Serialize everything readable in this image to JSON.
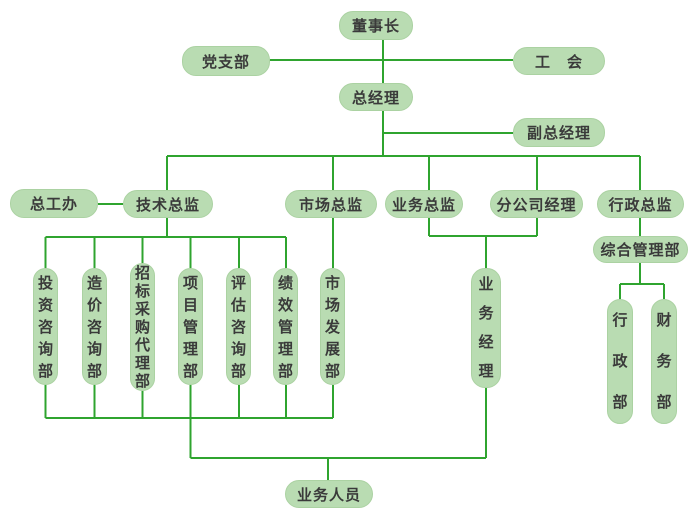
{
  "diagram": {
    "type": "org-chart",
    "colors": {
      "node_fill": "#b9dcb2",
      "node_border": "#abd2a2",
      "line": "#2fa42f",
      "text": "#3a3a3a",
      "background": "#ffffff"
    },
    "nodes": {
      "chairman": "董事长",
      "party_branch": "党支部",
      "labor_union": "工　会",
      "general_manager": "总经理",
      "deputy_general_manager": "副总经理",
      "chief_engineer_office": "总工办",
      "technical_director": "技术总监",
      "marketing_director": "市场总监",
      "business_director": "业务总监",
      "branch_company_manager": "分公司经理",
      "administrative_director": "行政总监",
      "general_management_dept": "综合管理部",
      "investment_consulting_dept": "投资咨询部",
      "cost_consulting_dept": "造价咨询部",
      "bidding_procurement_agency_dept": "招标采购代理部",
      "project_management_dept": "项目管理部",
      "evaluation_consulting_dept": "评估咨询部",
      "performance_management_dept": "绩效管理部",
      "market_development_dept": "市场发展部",
      "business_manager": "业务经理",
      "administration_dept": "行政部",
      "finance_dept": "财务部",
      "business_staff": "业务人员"
    }
  }
}
